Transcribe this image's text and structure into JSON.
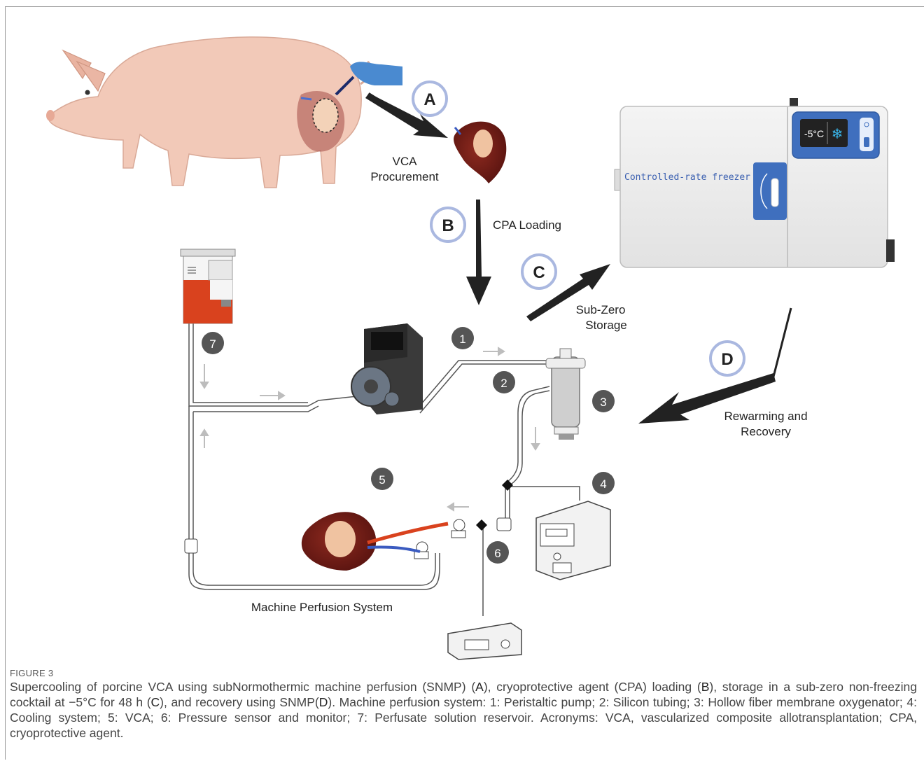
{
  "steps": {
    "A": {
      "letter": "A",
      "label_line1": "VCA",
      "label_line2": "Procurement"
    },
    "B": {
      "letter": "B",
      "label": "CPA Loading"
    },
    "C": {
      "letter": "C",
      "label_line1": "Sub-Zero",
      "label_line2": "Storage"
    },
    "D": {
      "letter": "D",
      "label_line1": "Rewarming and",
      "label_line2": "Recovery"
    }
  },
  "freezer": {
    "label": "Controlled-rate freezer",
    "display": "-5°C"
  },
  "components": [
    "1",
    "2",
    "3",
    "4",
    "5",
    "6",
    "7"
  ],
  "system_label": "Machine Perfusion System",
  "figure_label": "FIGURE 3",
  "caption": {
    "part1": "Supercooling of porcine VCA using subNormothermic machine perfusion (SNMP) (",
    "a": "A",
    "part2": "), cryoprotective agent (CPA) loading (",
    "b": "B",
    "part3": "), storage in a sub-zero non-freezing cocktail at −5°C for 48 h (",
    "c": "C",
    "part4": "), and recovery using SNMP(",
    "d": "D",
    "part5": "). Machine perfusion system: 1: Peristaltic pump; 2: Silicon tubing; 3: Hollow fiber membrane oxygenator; 4: Cooling system; 5: VCA; 6: Pressure sensor and monitor; 7: Perfusate solution reservoir. Acronyms: VCA, vascularized composite allotransplantation; CPA, cryoprotective agent."
  }
}
